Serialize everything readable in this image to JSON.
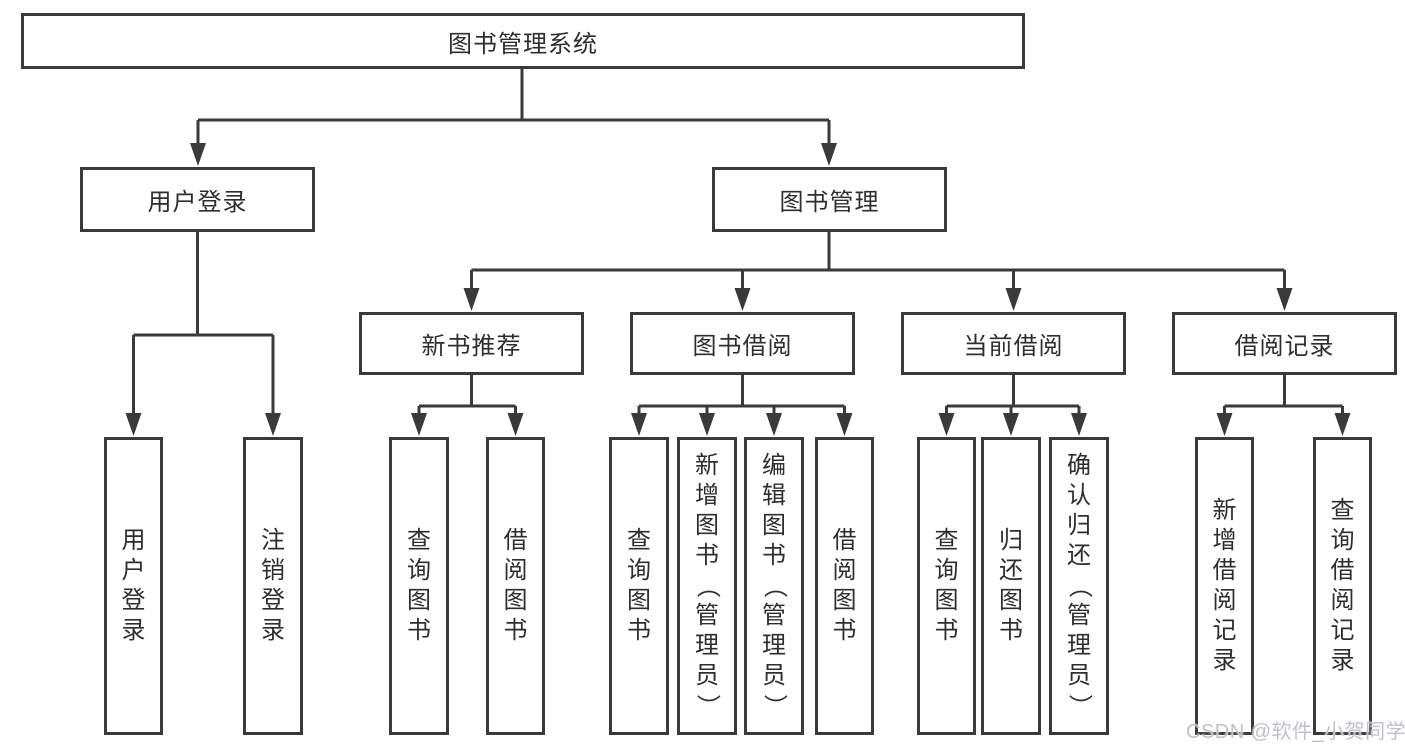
{
  "root": {
    "label": "图书管理系统"
  },
  "branches": [
    {
      "label": "用户登录",
      "leaves": [
        {
          "label": "用户登录"
        },
        {
          "label": "注销登录"
        }
      ]
    },
    {
      "label": "图书管理",
      "groups": [
        {
          "label": "新书推荐",
          "leaves": [
            {
              "label": "查询图书"
            },
            {
              "label": "借阅图书"
            }
          ]
        },
        {
          "label": "图书借阅",
          "leaves": [
            {
              "label": "查询图书"
            },
            {
              "label": "新增图书（管理员）"
            },
            {
              "label": "编辑图书（管理员）"
            },
            {
              "label": "借阅图书"
            }
          ]
        },
        {
          "label": "当前借阅",
          "leaves": [
            {
              "label": "查询图书"
            },
            {
              "label": "归还图书"
            },
            {
              "label": "确认归还（管理员）"
            }
          ]
        },
        {
          "label": "借阅记录",
          "leaves": [
            {
              "label": "新增借阅记录"
            },
            {
              "label": "查询借阅记录"
            }
          ]
        }
      ]
    }
  ],
  "watermark": {
    "text": "CSDN @软件_小贺同学"
  },
  "colors": {
    "line": "#3a3a3a",
    "text": "#2e2e2e",
    "watermark": "#bfc2c8",
    "background": "#ffffff"
  }
}
